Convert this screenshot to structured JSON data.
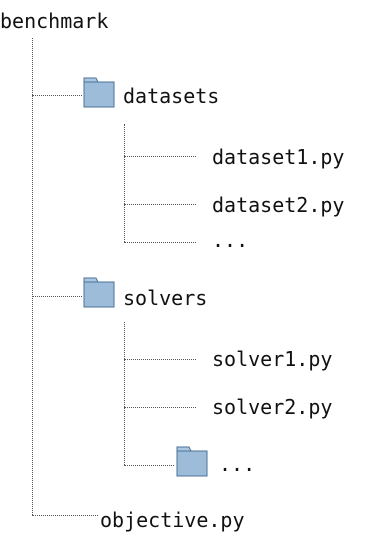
{
  "tree": {
    "root": "benchmark",
    "datasets": {
      "label": "datasets",
      "children": [
        "dataset1.py",
        "dataset2.py",
        "..."
      ]
    },
    "solvers": {
      "label": "solvers",
      "children": [
        "solver1.py",
        "solver2.py",
        "..."
      ]
    },
    "objective": "objective.py"
  },
  "icons": {
    "folder": "folder-icon"
  },
  "colors": {
    "folder_fill": "#a9c6e2",
    "folder_edge": "#4d7396",
    "connector": "#555555"
  }
}
